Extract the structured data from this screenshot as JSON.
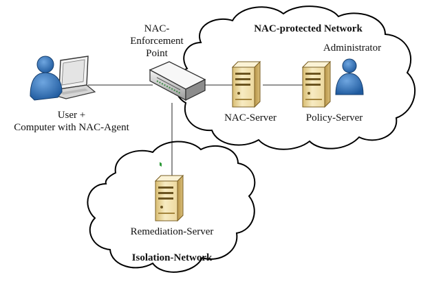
{
  "labels": {
    "protected_network": "NAC-protected Network",
    "administrator": "Administrator",
    "enforcement_point_line1": "NAC-",
    "enforcement_point_line2": "Enforcement",
    "enforcement_point_line3": "Point",
    "user_line1": "User +",
    "user_line2": "Computer with NAC-Agent",
    "nac_server": "NAC-Server",
    "policy_server": "Policy-Server",
    "remediation_server": "Remediation-Server",
    "isolation_network": "Isolation-Network"
  },
  "colors": {
    "cloud_stroke": "#000000",
    "cloud_fill": "#ffffff",
    "link": "#555555",
    "server_body": "#f0e0a8",
    "server_shade": "#c9a85e",
    "person": "#2f6fb7",
    "person_dark": "#1c4f8a"
  },
  "icons": {
    "user": "person-with-laptop-icon",
    "enforcement_point": "network-switch-icon",
    "nac_server": "server-tower-icon",
    "policy_server": "server-tower-icon",
    "remediation_server": "server-tower-icon",
    "administrator": "person-icon"
  }
}
